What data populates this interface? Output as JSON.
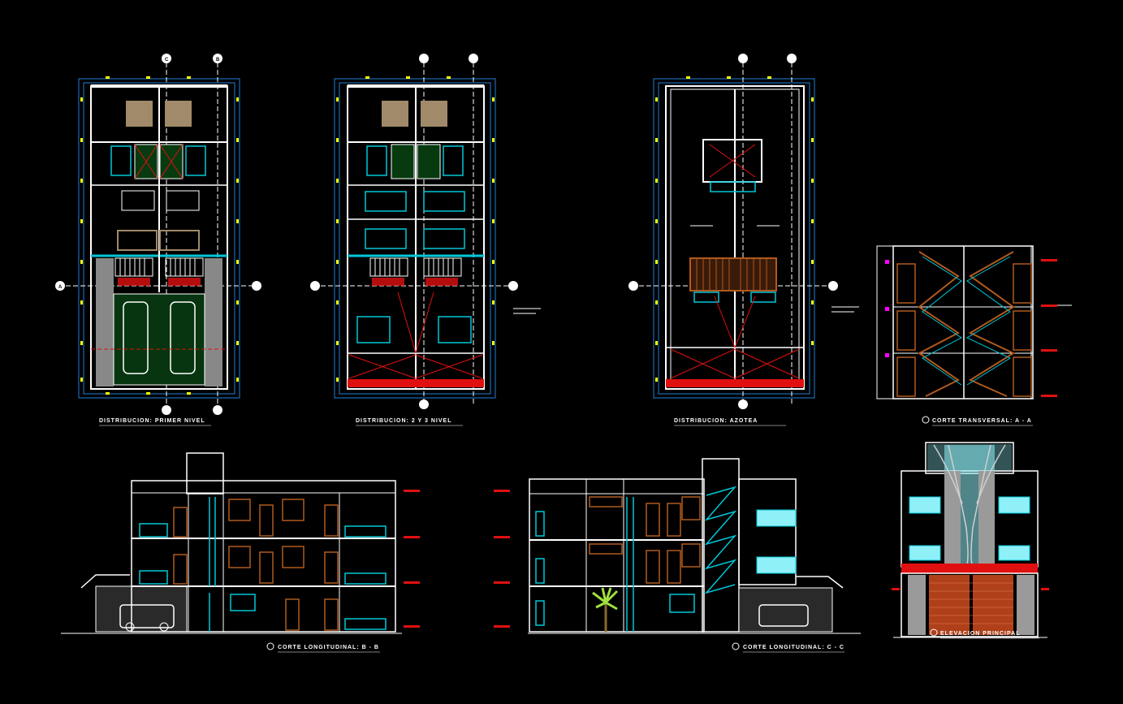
{
  "colors": {
    "background": "#000000",
    "wall": "#ffffff",
    "dimension": "#1e7fd8",
    "cyan": "#00c8d8",
    "yellow": "#ffff00",
    "red": "#e01010",
    "brown": "#b05a1e",
    "green": "#15c040",
    "tan": "#a08a6a",
    "grey": "#9a9a9a"
  },
  "plans": {
    "first": {
      "title": "DISTRIBUCION:   PRIMER  NIVEL"
    },
    "second": {
      "title": "DISTRIBUCION:   2 Y 3  NIVEL"
    },
    "roof": {
      "title": "DISTRIBUCION:   AZOTEA"
    }
  },
  "sections": {
    "transversal": {
      "title": "CORTE TRANSVERSAL:  A - A"
    },
    "long_b": {
      "title": "CORTE LONGITUDINAL:  B - B"
    },
    "long_c": {
      "title": "CORTE LONGITUDINAL:  C - C"
    }
  },
  "elevation": {
    "title": "ELEVACION   PRINCIPAL"
  },
  "axis_labels": {
    "a": "A",
    "b": "B",
    "c": "C"
  }
}
